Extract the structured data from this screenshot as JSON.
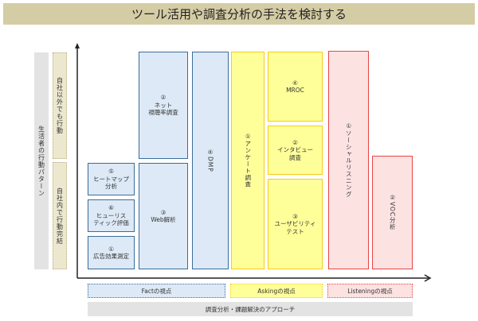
{
  "title": "ツール活用や調査分析の手法を検討する",
  "left_axis": {
    "main": "生活者の行動パターン",
    "upper": "自社以外でも行動",
    "lower": "自社内で行動完結"
  },
  "fact": {
    "heatmap": {
      "num": "⑤",
      "label": "ヒートマップ\n分析"
    },
    "heuristic": {
      "num": "⑥",
      "label": "ヒューリス\nティック評価"
    },
    "ad": {
      "num": "①",
      "label": "広告効果測定"
    },
    "net": {
      "num": "②",
      "label": "ネット\n視聴率調査"
    },
    "web": {
      "num": "③",
      "label": "Web解析"
    },
    "dmp": {
      "num": "④",
      "label": "DMP"
    }
  },
  "asking": {
    "survey": {
      "num": "①",
      "label": "アンケート調査"
    },
    "mroc": {
      "num": "④",
      "label": "MROC"
    },
    "interview": {
      "num": "②",
      "label": "インタビュー\n調査"
    },
    "usability": {
      "num": "③",
      "label": "ユーザビリティ\nテスト"
    }
  },
  "listening": {
    "social": {
      "num": "①",
      "label": "ソーシャルリスニング"
    },
    "voc": {
      "num": "②",
      "label": "VOC分析"
    }
  },
  "legend": {
    "fact": "Factの視点",
    "asking": "Askingの視点",
    "listening": "Listeningの視点"
  },
  "footer": "調査分析・課題解決のアプローチ"
}
